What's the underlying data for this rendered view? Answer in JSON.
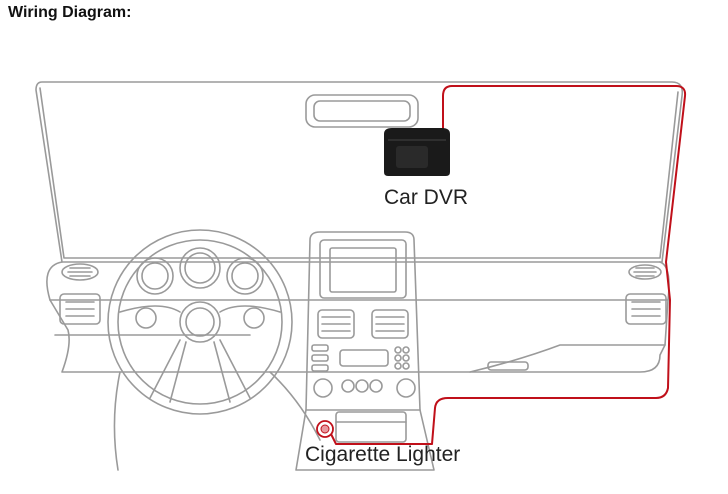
{
  "title": "Wiring Diagram:",
  "labels": {
    "dvr": "Car DVR",
    "lighter": "Cigarette Lighter"
  },
  "colors": {
    "outline": "#9a9a9a",
    "wire": "#c0101a",
    "device": "#1a1a1a",
    "background": "#ffffff"
  },
  "icons": [
    "car-dvr-device-icon",
    "cigarette-lighter-socket-icon",
    "steering-wheel-icon",
    "air-vent-icon",
    "rearview-mirror-icon"
  ]
}
